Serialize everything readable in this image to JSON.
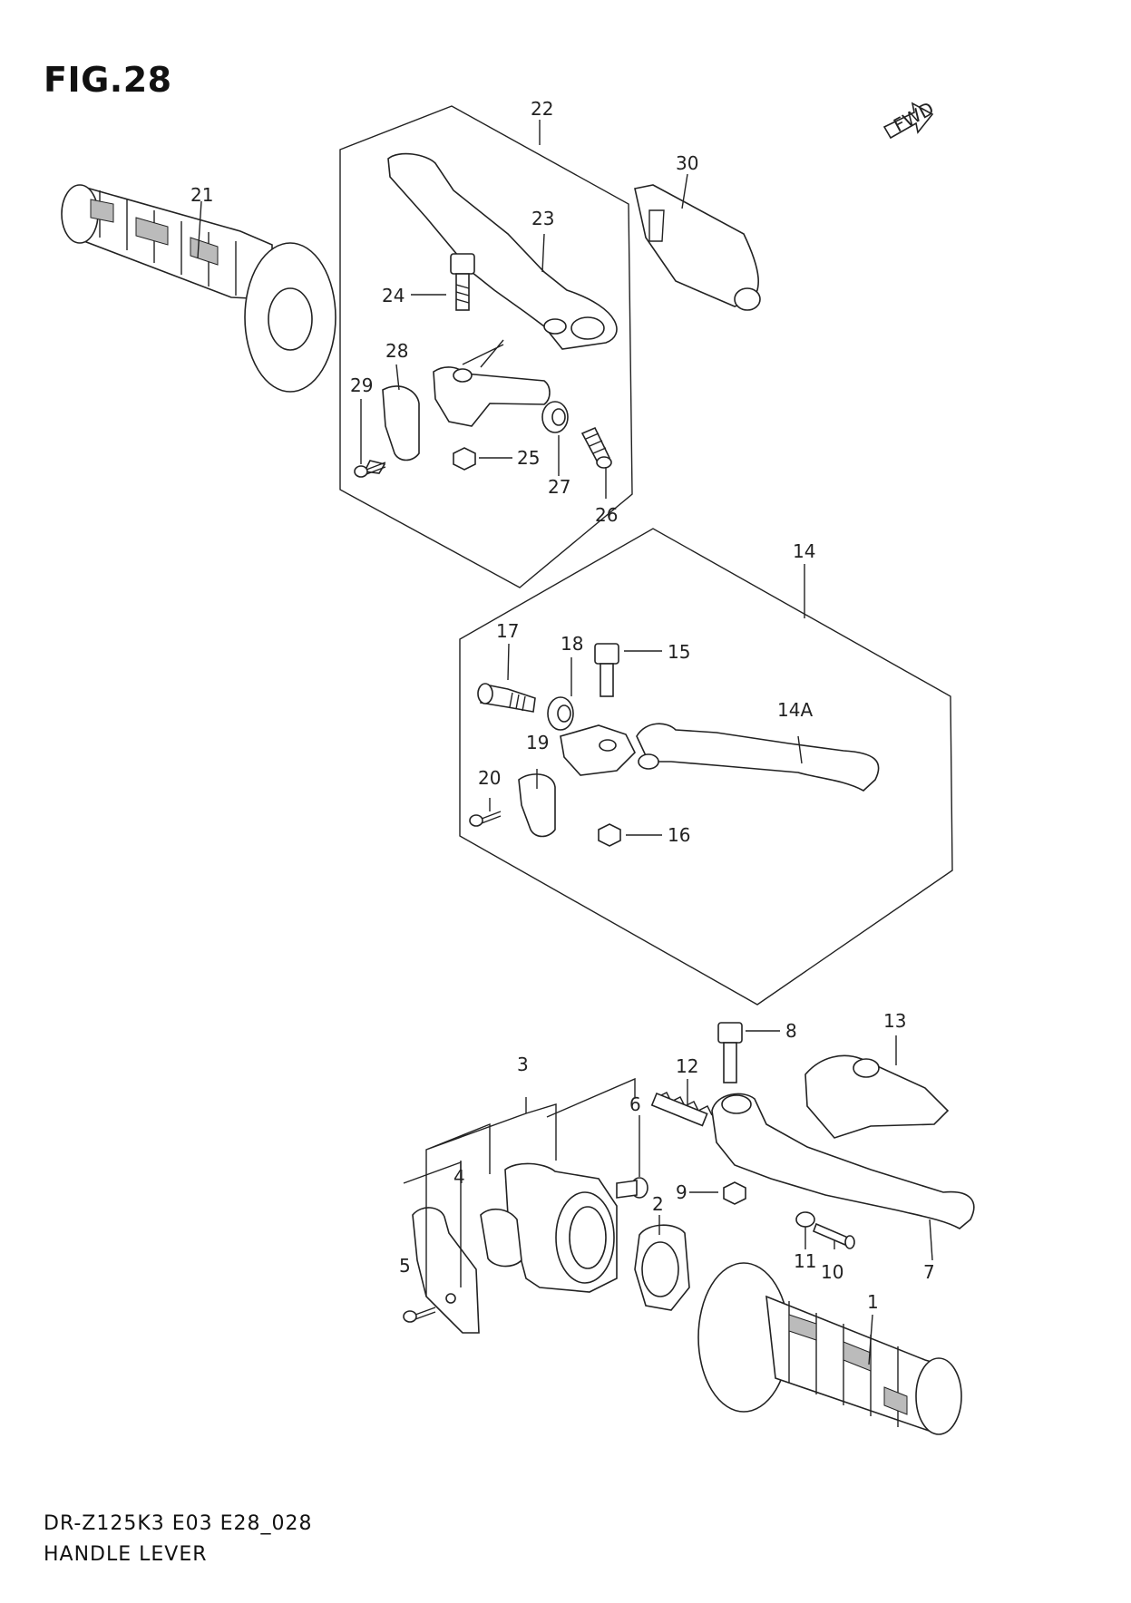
{
  "figure": {
    "title": "FIG.28",
    "fwd_label": "FWD",
    "drawing_code": "DR-Z125K3 E03 E28_028",
    "drawing_name": "HANDLE LEVER"
  },
  "callouts": {
    "c1": "1",
    "c2": "2",
    "c3": "3",
    "c4": "4",
    "c5": "5",
    "c6": "6",
    "c7": "7",
    "c8": "8",
    "c9": "9",
    "c10": "10",
    "c11": "11",
    "c12": "12",
    "c13": "13",
    "c14": "14",
    "c14a": "14A",
    "c15": "15",
    "c16": "16",
    "c17": "17",
    "c18": "18",
    "c19": "19",
    "c20": "20",
    "c21": "21",
    "c22": "22",
    "c23": "23",
    "c24": "24",
    "c25": "25",
    "c26": "26",
    "c27": "27",
    "c28": "28",
    "c29": "29",
    "c30": "30"
  }
}
